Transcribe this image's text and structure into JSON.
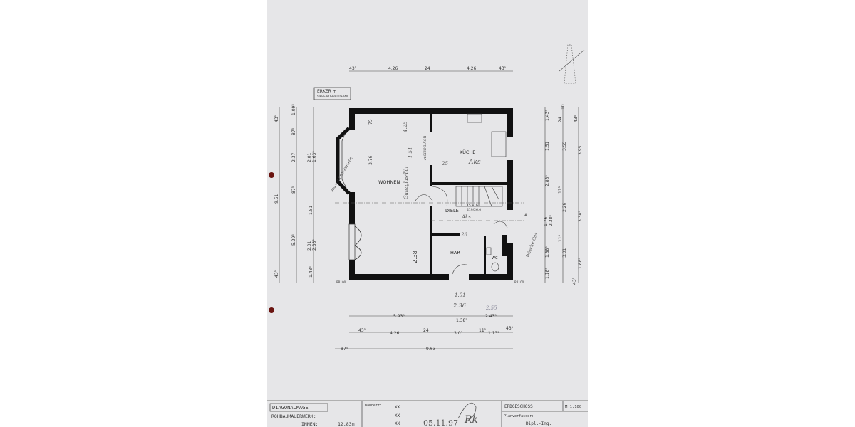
{
  "drawing": {
    "note_box": [
      "ERKER +",
      "SIEHE ROHBAUDETAIL"
    ],
    "bay_note": "BRü = MIT ELT.-AUFLAGE",
    "rooms": {
      "wohnen": "WOHNEN",
      "kueche": "KÜCHE",
      "diele": "DIELE",
      "har": "HAR",
      "wc": "WC"
    },
    "stairs": [
      "15 STG",
      "419/26.0"
    ],
    "handwritten": {
      "kueche_note": "Aks",
      "diele_note": "Aks",
      "glass_door": "Ganzglas-Tür",
      "beam": "Holzbalken",
      "beam_dim": "1.51",
      "top_dim": "4.25",
      "d25": "25",
      "d26": "26",
      "wc_note": "Wäsche Gas",
      "bottom_dims": [
        "1.01",
        "2.36",
        "2.55"
      ]
    },
    "dims_top": [
      "43⁵",
      "4.26",
      "24",
      "4.26",
      "43⁵"
    ],
    "dims_bottom_row1": [
      "5.93⁵",
      "1.38⁵",
      "2.43⁵"
    ],
    "dims_bottom_row2": [
      "43⁵",
      "4.26",
      "24",
      "3.01",
      "11⁵",
      "1.13⁵",
      "43⁵"
    ],
    "dims_bottom_row3": [
      "87⁵",
      "9.63"
    ],
    "dims_left_outer": [
      "43⁵",
      "9.51",
      "43⁵"
    ],
    "dims_left_mid": [
      "1.09⁵",
      "87⁵",
      "2.37",
      "87⁵",
      "5.29⁵"
    ],
    "dims_left_inner": [
      "2.01",
      "1.63⁵",
      "1.81",
      "2.01",
      "2.38⁵",
      "1.43⁵"
    ],
    "dims_wohnen": [
      "75",
      "3.76",
      "2.38"
    ],
    "dims_right_inner": [
      "1.43⁵",
      "1.51",
      "2.88⁵",
      "1.76",
      "2.38⁵",
      "1.88⁵",
      "1.18⁵"
    ],
    "dims_right_mid": [
      "10",
      "24",
      "3.55",
      "11⁵",
      "2.26",
      "11⁵",
      "3.01"
    ],
    "dims_right_outer": [
      "43⁵",
      "3.95",
      "3.38⁵",
      "1.88⁵",
      "43⁵"
    ],
    "levels": [
      "RR100",
      "RR100"
    ],
    "section_marker": "A"
  },
  "title_block": {
    "project": "DIAGONALMAGE",
    "masonry": "ROHBAUMAUERWERK:",
    "inner_label": "INNEN:",
    "inner_value": "12.83m",
    "client_label": "Bauherr:",
    "client_lines": [
      "XX",
      "XX",
      "XX"
    ],
    "date_handwritten": "05.11.97",
    "signature": "Rk",
    "floor": "ERDGESCHOSS",
    "scale": "M 1:100",
    "planner_label": "Planverfasser:",
    "planner_title": "Dipl.-Ing."
  },
  "colors": {
    "paper": "#e6e6e8",
    "ink": "#111111",
    "binder_holes": "#6a1410"
  }
}
